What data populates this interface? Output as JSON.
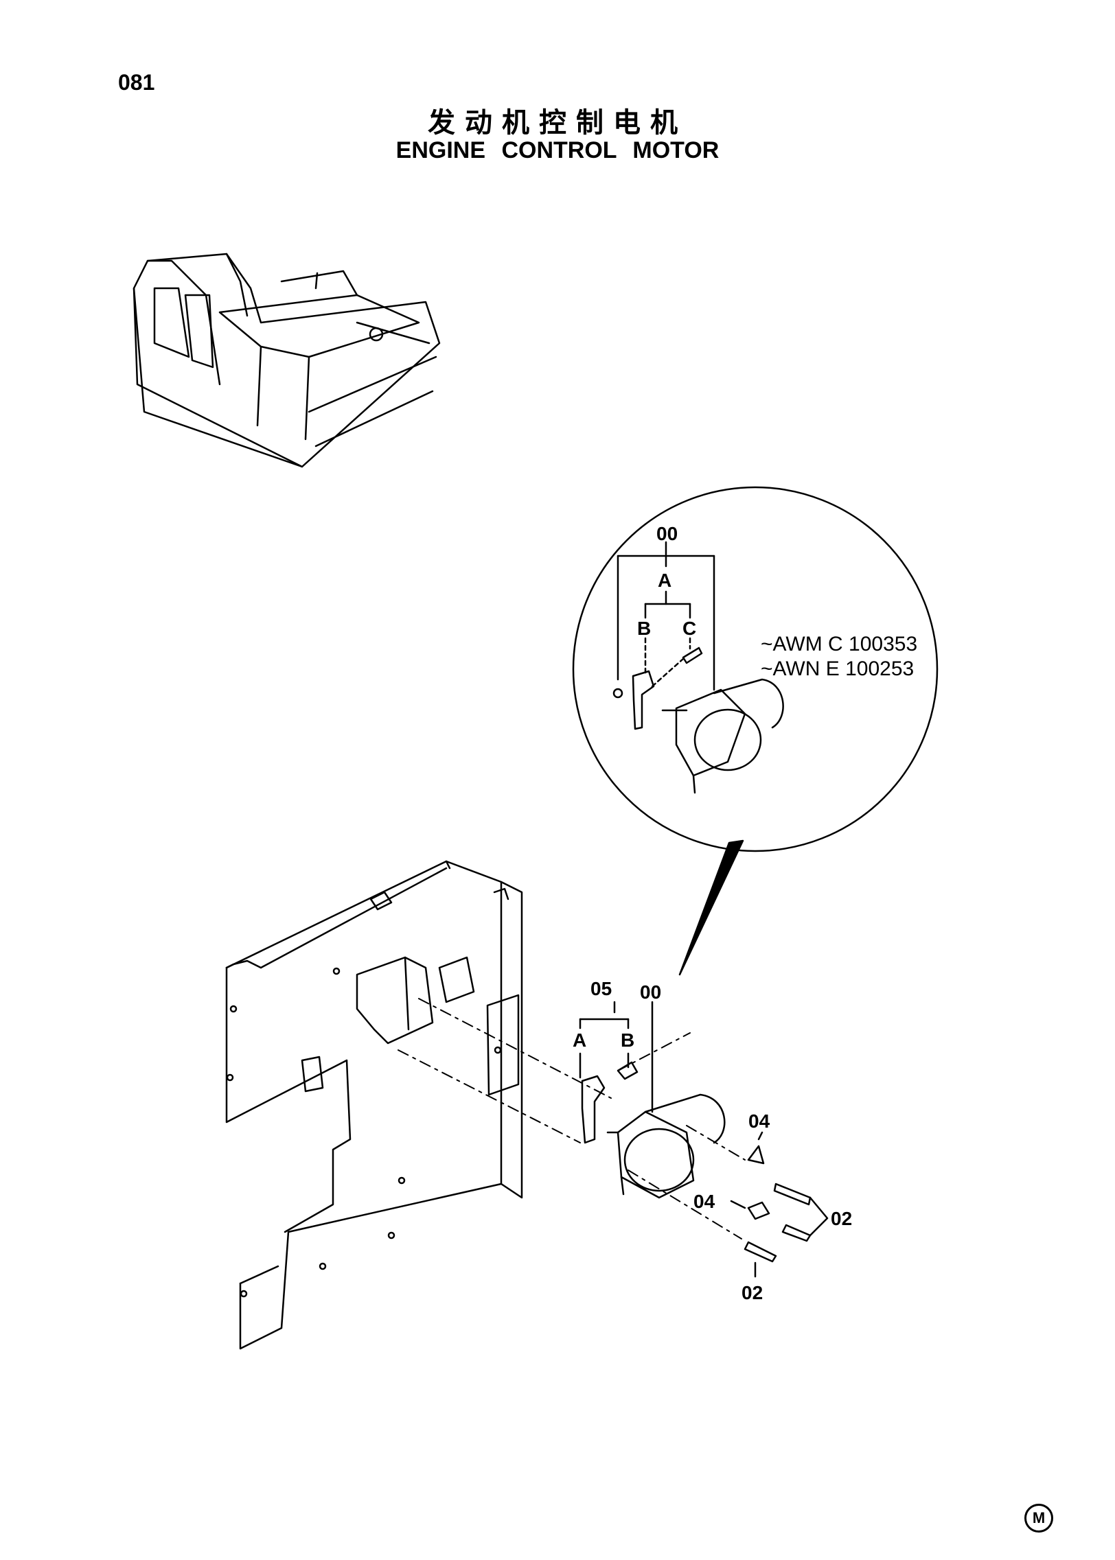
{
  "page": {
    "number": "081",
    "title_cn": "发动机控制电机",
    "title_en": "ENGINE CONTROL MOTOR"
  },
  "detail_view": {
    "assembly_label": "00",
    "sub_a": "A",
    "sub_b": "B",
    "sub_c": "C",
    "serial_range_1": "~AWM C 100353",
    "serial_range_2": "~AWN E 100253"
  },
  "main_view": {
    "label_05": "05",
    "label_00": "00",
    "label_a": "A",
    "label_b": "B",
    "label_04_upper": "04",
    "label_04_lower": "04",
    "label_02_right": "02",
    "label_02_bottom": "02"
  },
  "footer": {
    "mark": "M"
  }
}
